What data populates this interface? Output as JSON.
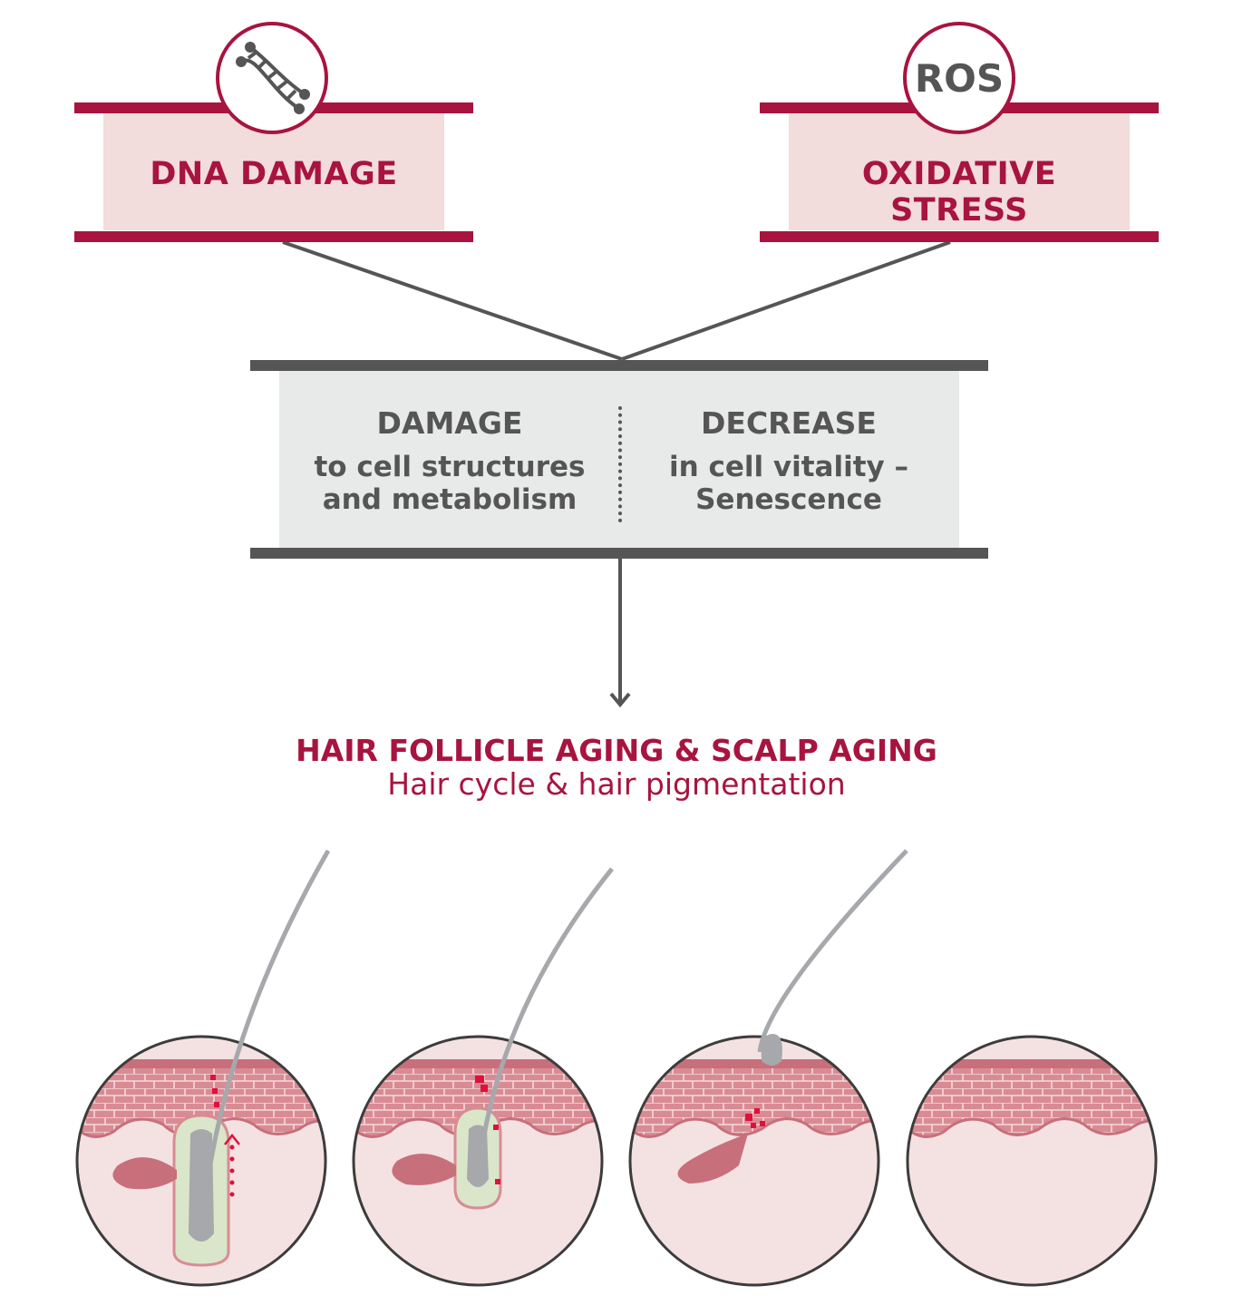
{
  "top_boxes": {
    "left": {
      "icon": "dna-icon",
      "label": "DNA DAMAGE"
    },
    "right": {
      "icon_text": "ROS",
      "label": "OXIDATIVE STRESS"
    }
  },
  "middle_box": {
    "left": {
      "heading": "DAMAGE",
      "line1": "to cell structures",
      "line2": "and metabolism"
    },
    "right": {
      "heading": "DECREASE",
      "line1": "in cell vitality –",
      "line2": "Senescence"
    }
  },
  "result": {
    "title": "HAIR FOLLICLE AGING & SCALP AGING",
    "subtitle": "Hair cycle & hair pigmentation"
  },
  "illustration": {
    "stages": [
      "follicle-stage-1",
      "follicle-stage-2",
      "follicle-stage-3",
      "follicle-stage-4"
    ],
    "colors": {
      "accent": "#a8143f",
      "skin": "#f4e2e2",
      "epidermis": "#d98b94",
      "hair": "#a6a8ab",
      "text_grey": "#555555"
    }
  }
}
